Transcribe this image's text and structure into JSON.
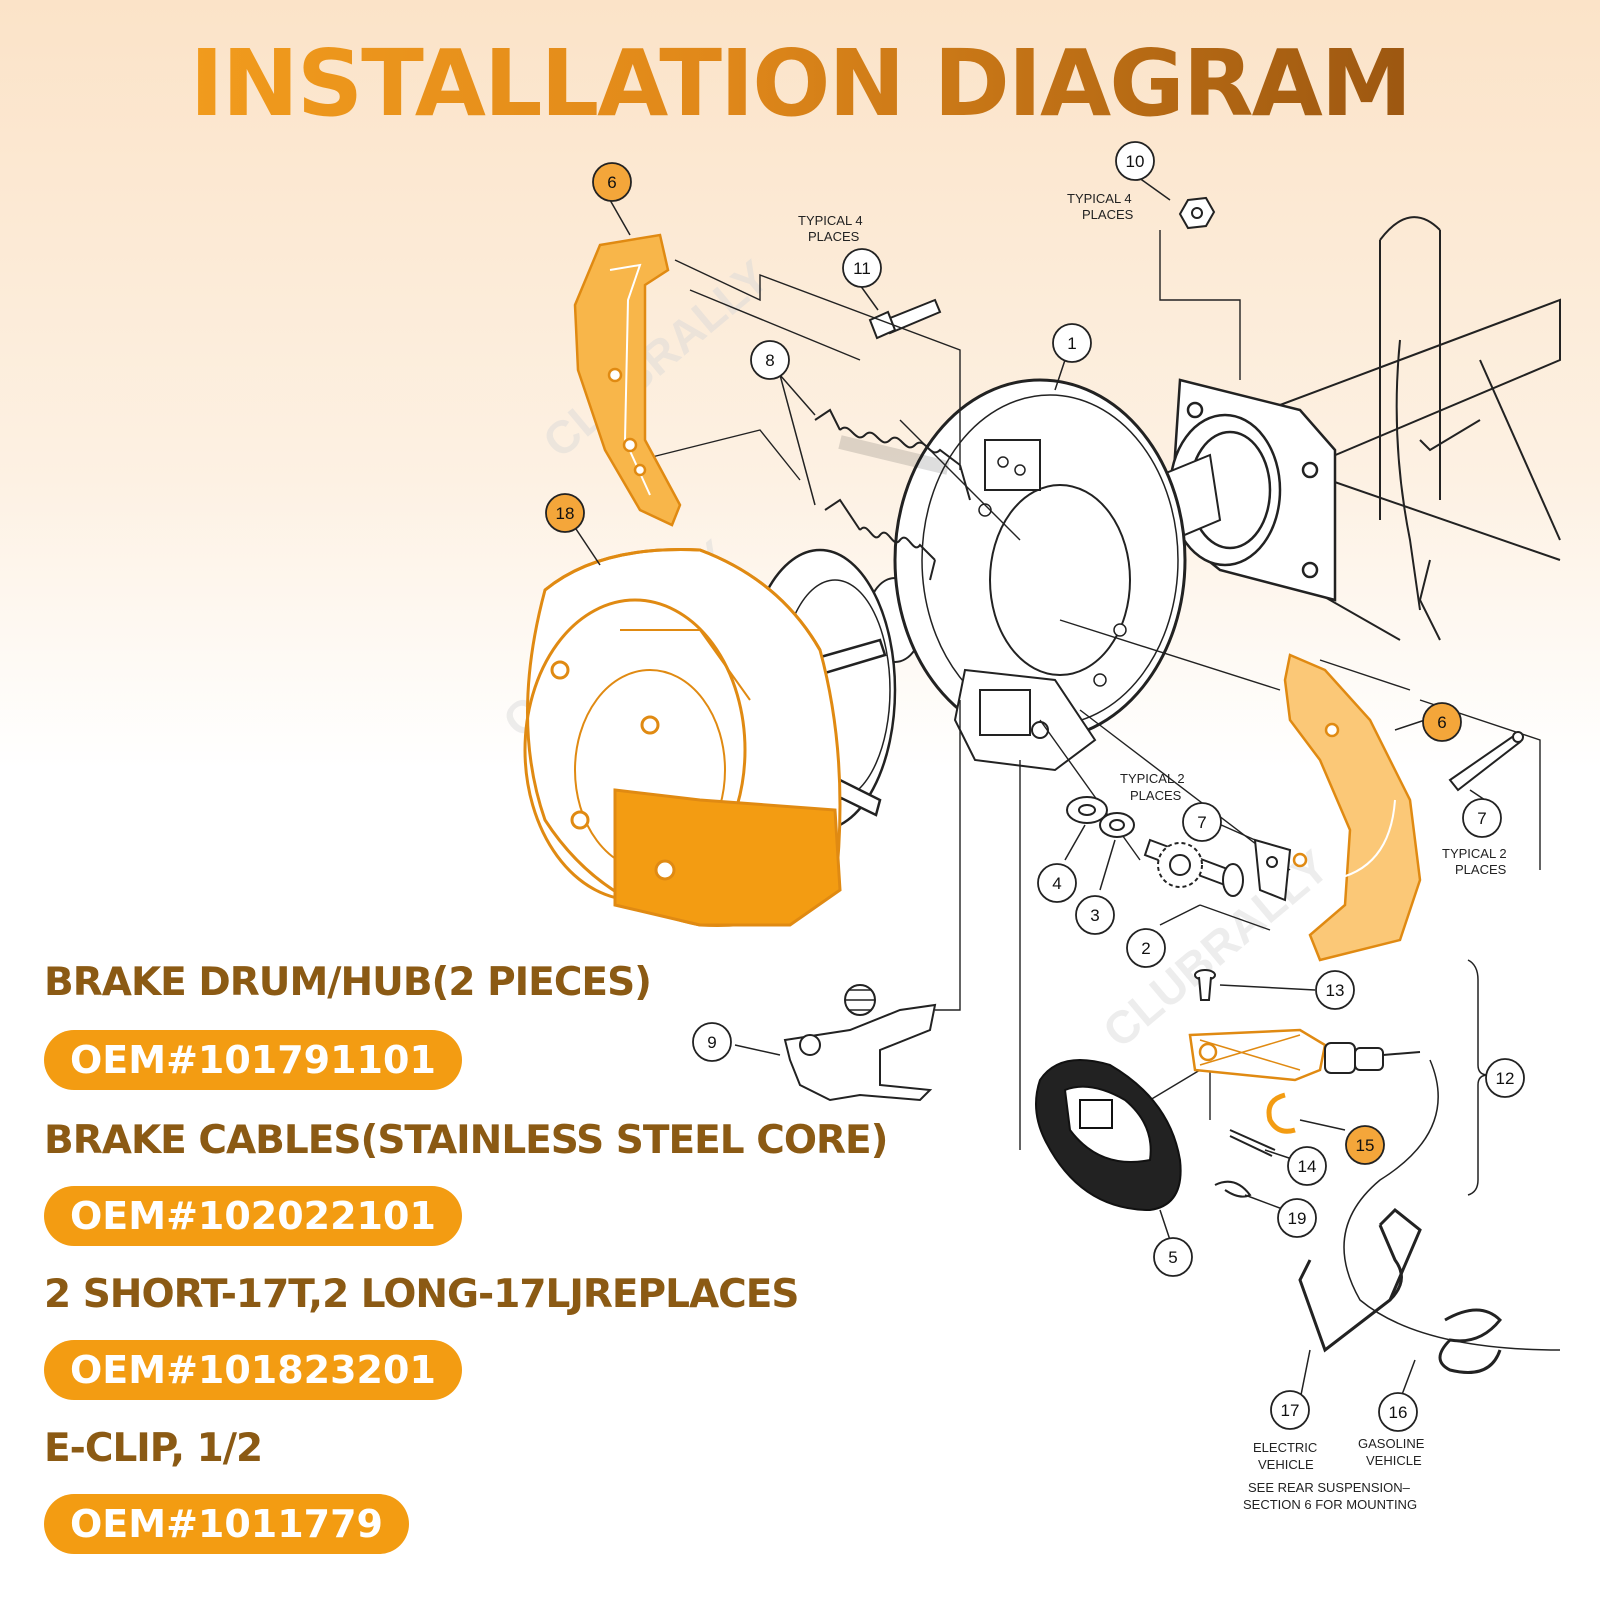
{
  "title": "INSTALLATION DIAGRAM",
  "parts": [
    {
      "name": "BRAKE DRUM/HUB(2 PIECES)",
      "oem": "OEM#101791101"
    },
    {
      "name": "BRAKE CABLES(STAINLESS STEEL CORE)",
      "oem": "OEM#102022101"
    },
    {
      "name": "2 SHORT-17T,2 LONG-17LJREPLACES",
      "oem": "OEM#101823201"
    },
    {
      "name": "E-CLIP, 1/2",
      "oem": "OEM#1011779"
    }
  ],
  "callouts": [
    {
      "num": "1",
      "highlight": false
    },
    {
      "num": "2",
      "highlight": false
    },
    {
      "num": "3",
      "highlight": false
    },
    {
      "num": "4",
      "highlight": false
    },
    {
      "num": "5",
      "highlight": false
    },
    {
      "num": "6",
      "highlight": true
    },
    {
      "num": "6",
      "highlight": true
    },
    {
      "num": "7",
      "highlight": false
    },
    {
      "num": "7",
      "highlight": false
    },
    {
      "num": "8",
      "highlight": false
    },
    {
      "num": "9",
      "highlight": false
    },
    {
      "num": "10",
      "highlight": false
    },
    {
      "num": "11",
      "highlight": false
    },
    {
      "num": "12",
      "highlight": false
    },
    {
      "num": "13",
      "highlight": false
    },
    {
      "num": "14",
      "highlight": false
    },
    {
      "num": "15",
      "highlight": true
    },
    {
      "num": "16",
      "highlight": false
    },
    {
      "num": "17",
      "highlight": false
    },
    {
      "num": "18",
      "highlight": true
    },
    {
      "num": "19",
      "highlight": false
    }
  ],
  "notes": {
    "typical4_a_line1": "TYPICAL 4",
    "typical4_a_line2": "PLACES",
    "typical4_b_line1": "TYPICAL 4",
    "typical4_b_line2": "PLACES",
    "typical2_a_line1": "TYPICAL 2",
    "typical2_a_line2": "PLACES",
    "typical2_b_line1": "TYPICAL 2",
    "typical2_b_line2": "PLACES",
    "electric_line1": "ELECTRIC",
    "electric_line2": "VEHICLE",
    "gasoline_line1": "GASOLINE",
    "gasoline_line2": "VEHICLE",
    "see_line1": "SEE REAR SUSPENSION–",
    "see_line2": "SECTION 6 FOR MOUNTING"
  },
  "watermark": "CLUBRALLY",
  "colors": {
    "accent": "#f39c12",
    "part_text": "#8b5a14",
    "line": "#222222"
  }
}
